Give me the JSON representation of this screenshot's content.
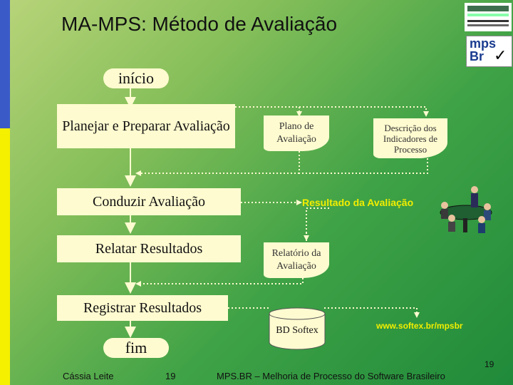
{
  "slide": {
    "title": "MA-MPS: Método de Avaliação",
    "logo_text": "mps Br"
  },
  "flow": {
    "start_label": "início",
    "end_label": "fim",
    "steps": [
      "Planejar e Preparar Avaliação",
      "Conduzir Avaliação",
      "Relatar Resultados",
      "Registrar Resultados"
    ]
  },
  "artifacts": {
    "plano": "Plano de Avaliação",
    "indicadores": "Descrição dos Indicadores de Processo",
    "resultado": "Resultado da Avaliação",
    "relatorio": "Relatório da Avaliação",
    "bd": "BD Softex",
    "website": "www.softex.br/mpsbr"
  },
  "footer": {
    "author": "Cássia Leite",
    "page_left": "19",
    "subtitle": "MPS.BR – Melhoria de Processo do Software Brasileiro",
    "page_right": "19"
  },
  "colors": {
    "box_fill": "#fffbd0",
    "label_yellow": "#f2ee00",
    "sidebar_blue": "#3a5bc7",
    "sidebar_yellow": "#f5f000"
  }
}
